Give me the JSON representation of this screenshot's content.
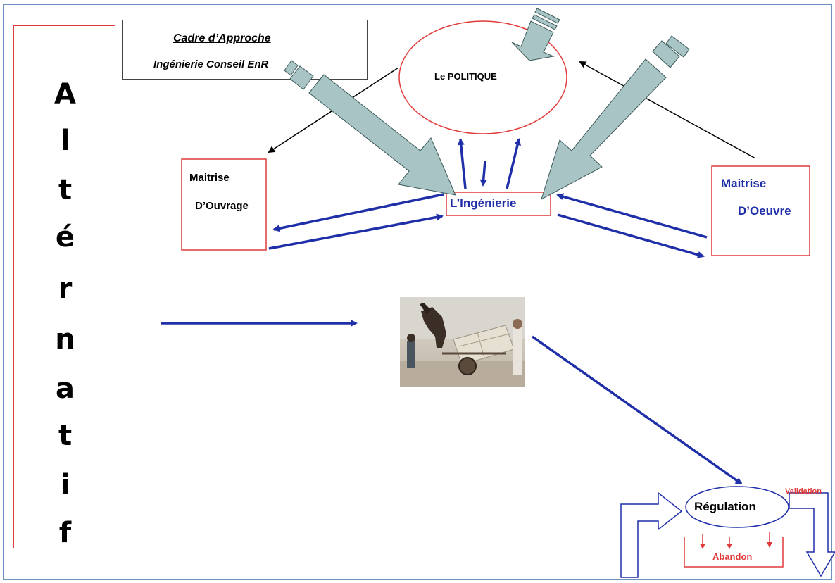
{
  "left_panel": {
    "letters": [
      "A",
      "l",
      "t",
      "é",
      "r",
      "n",
      "a",
      "t",
      "i",
      "f"
    ]
  },
  "cadre": {
    "line1": "Cadre d’Approche",
    "line2": "Ingénierie  Conseil EnR"
  },
  "politique": {
    "label": "Le POLITIQUE"
  },
  "ingenierie": {
    "label": "L’Ingénierie"
  },
  "maitrise_ouvrage": {
    "line1": "Maitrise",
    "line2": "D’Ouvrage"
  },
  "maitrise_oeuvre": {
    "line1": "Maitrise",
    "line2": "D’Oeuvre"
  },
  "regulation": {
    "label": "Régulation",
    "validation": "Validation",
    "abandon": "Abandon"
  },
  "photo": {
    "icon": "donkey-cart-photo"
  },
  "colors": {
    "red": "#e03a3a",
    "blue": "#1f2fa8",
    "teal_arrow": "#a9c4c4",
    "black": "#000000"
  }
}
